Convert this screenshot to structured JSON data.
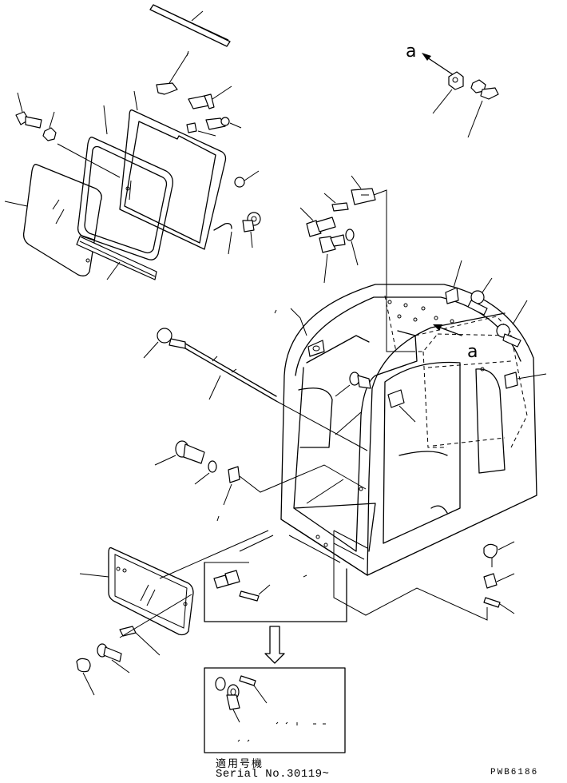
{
  "diagram": {
    "view_reference_top": "a",
    "view_reference_cab": "a",
    "serial_heading_cjk": "適用号機",
    "serial_range": "Serial No.30119~",
    "drawing_code": "PWB6186"
  }
}
